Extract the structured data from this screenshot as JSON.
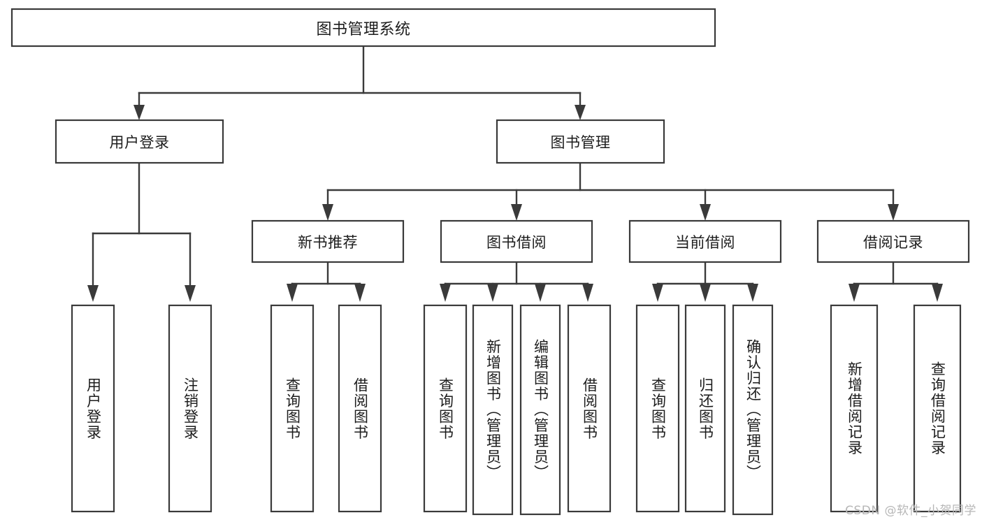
{
  "diagram": {
    "kind": "functional-structure-tree",
    "title": "图书管理系统",
    "watermark": "CSDN @软件_小贺同学",
    "colors": {
      "box_stroke": "#3a3a3a",
      "box_fill": "#ffffff",
      "connector": "#3a3a3a",
      "text": "#1c1c1c",
      "watermark": "#b7b7b7",
      "background": "#ffffff"
    },
    "root": {
      "label": "图书管理系统"
    },
    "level2": [
      {
        "label": "用户登录"
      },
      {
        "label": "图书管理"
      }
    ],
    "level3": [
      {
        "label": "新书推荐"
      },
      {
        "label": "图书借阅"
      },
      {
        "label": "当前借阅"
      },
      {
        "label": "借阅记录"
      }
    ],
    "leaves": {
      "user_login": [
        {
          "label": "用户登录"
        },
        {
          "label": "注销登录"
        }
      ],
      "new_book_recommend": [
        {
          "label": "查询图书"
        },
        {
          "label": "借阅图书"
        }
      ],
      "book_borrow": [
        {
          "label": "查询图书"
        },
        {
          "label": "新增图书（管理员）"
        },
        {
          "label": "编辑图书（管理员）"
        },
        {
          "label": "借阅图书"
        }
      ],
      "current_borrow": [
        {
          "label": "查询图书"
        },
        {
          "label": "归还图书"
        },
        {
          "label": "确认归还（管理员）"
        }
      ],
      "borrow_record": [
        {
          "label": "新增借阅记录"
        },
        {
          "label": "查询借阅记录"
        }
      ]
    }
  }
}
